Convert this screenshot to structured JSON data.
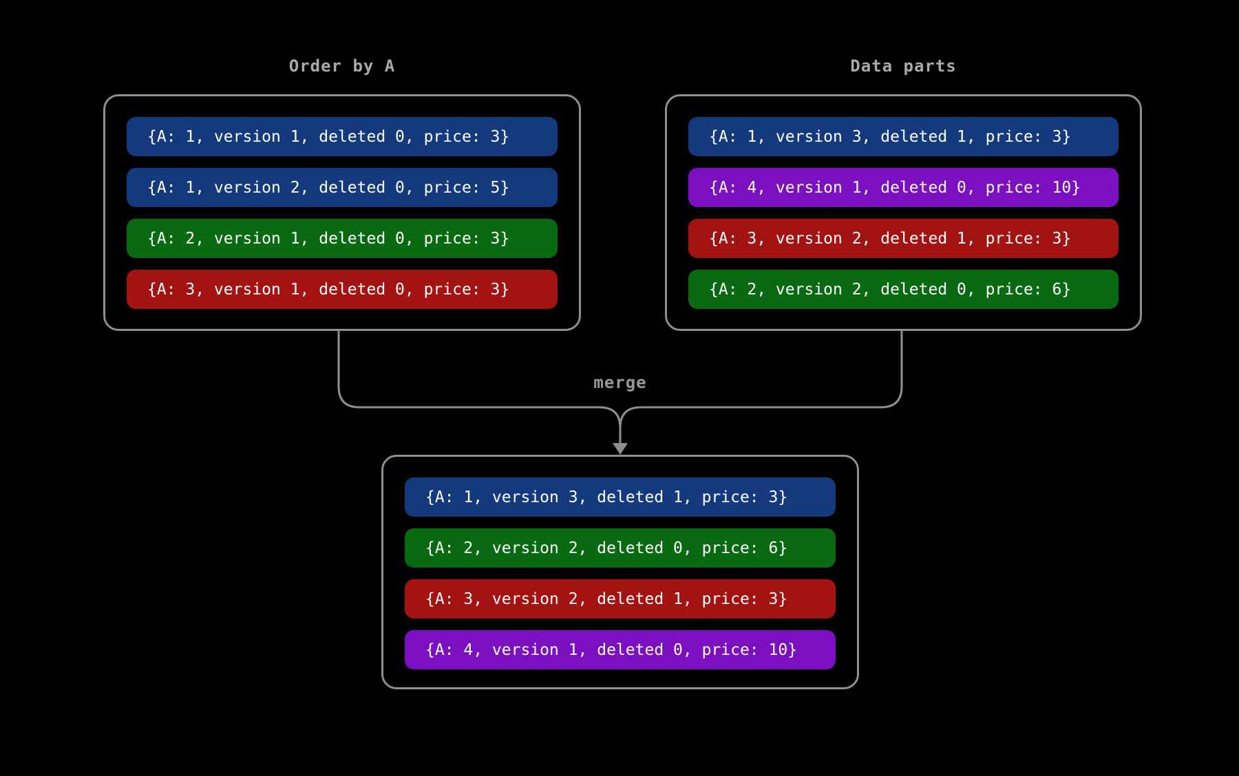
{
  "canvas": {
    "background": "#000000",
    "line_color": "#8f8f8f",
    "title_color": "#aaaaaa",
    "row_text_color": "#ffffff"
  },
  "colors": {
    "blue": "#143a7d",
    "green": "#0a6a12",
    "red": "#a31312",
    "purple": "#7b10c0"
  },
  "merge_label": "merge",
  "groups": [
    {
      "id": "order-by-a",
      "title": "Order by A",
      "rows": [
        {
          "color": "blue",
          "text": "{A: 1, version 1, deleted 0, price: 3}"
        },
        {
          "color": "blue",
          "text": "{A: 1, version 2, deleted 0, price: 5}"
        },
        {
          "color": "green",
          "text": "{A: 2, version 1, deleted 0, price: 3}"
        },
        {
          "color": "red",
          "text": "{A: 3, version 1, deleted 0, price: 3}"
        }
      ]
    },
    {
      "id": "data-parts",
      "title": "Data parts",
      "rows": [
        {
          "color": "blue",
          "text": "{A: 1, version 3, deleted 1, price: 3}"
        },
        {
          "color": "purple",
          "text": "{A: 4, version 1, deleted 0, price: 10}"
        },
        {
          "color": "red",
          "text": "{A: 3, version 2, deleted 1, price: 3}"
        },
        {
          "color": "green",
          "text": "{A: 2, version 2, deleted 0, price: 6}"
        }
      ]
    },
    {
      "id": "merged-result",
      "title": "",
      "rows": [
        {
          "color": "blue",
          "text": "{A: 1, version 3, deleted 1, price: 3}"
        },
        {
          "color": "green",
          "text": "{A: 2, version 2, deleted 0, price: 6}"
        },
        {
          "color": "red",
          "text": "{A: 3, version 2, deleted 1, price: 3}"
        },
        {
          "color": "purple",
          "text": "{A: 4, version 1, deleted 0, price: 10}"
        }
      ]
    }
  ]
}
